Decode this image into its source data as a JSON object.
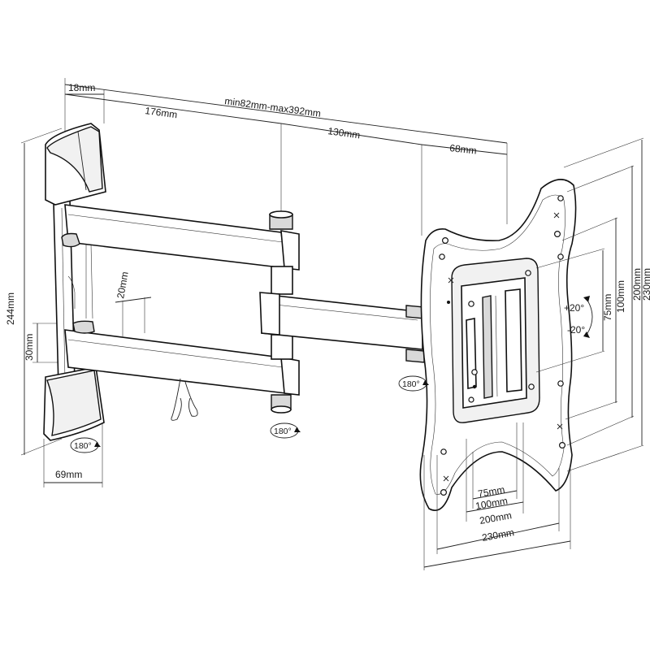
{
  "dimensions": {
    "wall_plate_depth": "18mm",
    "extension_range": "min82mm-max392mm",
    "first_arm": "176mm",
    "second_arm": "130mm",
    "tilt_head": "68mm",
    "wall_plate_height": "244mm",
    "wall_plate_width": "69mm",
    "arm_height": "30mm",
    "arm_gap": "20mm",
    "vesa_v_75": "75mm",
    "vesa_v_100": "100mm",
    "vesa_v_200": "200mm",
    "vesa_v_230": "230mm",
    "vesa_h_75": "75mm",
    "vesa_h_100": "100mm",
    "vesa_h_200": "200mm",
    "vesa_h_230": "230mm"
  },
  "rotations": {
    "wall_swivel": "180°",
    "arm_swivel": "180°",
    "head_swivel": "180°",
    "tilt_up": "+20°",
    "tilt_down": "-20°"
  }
}
